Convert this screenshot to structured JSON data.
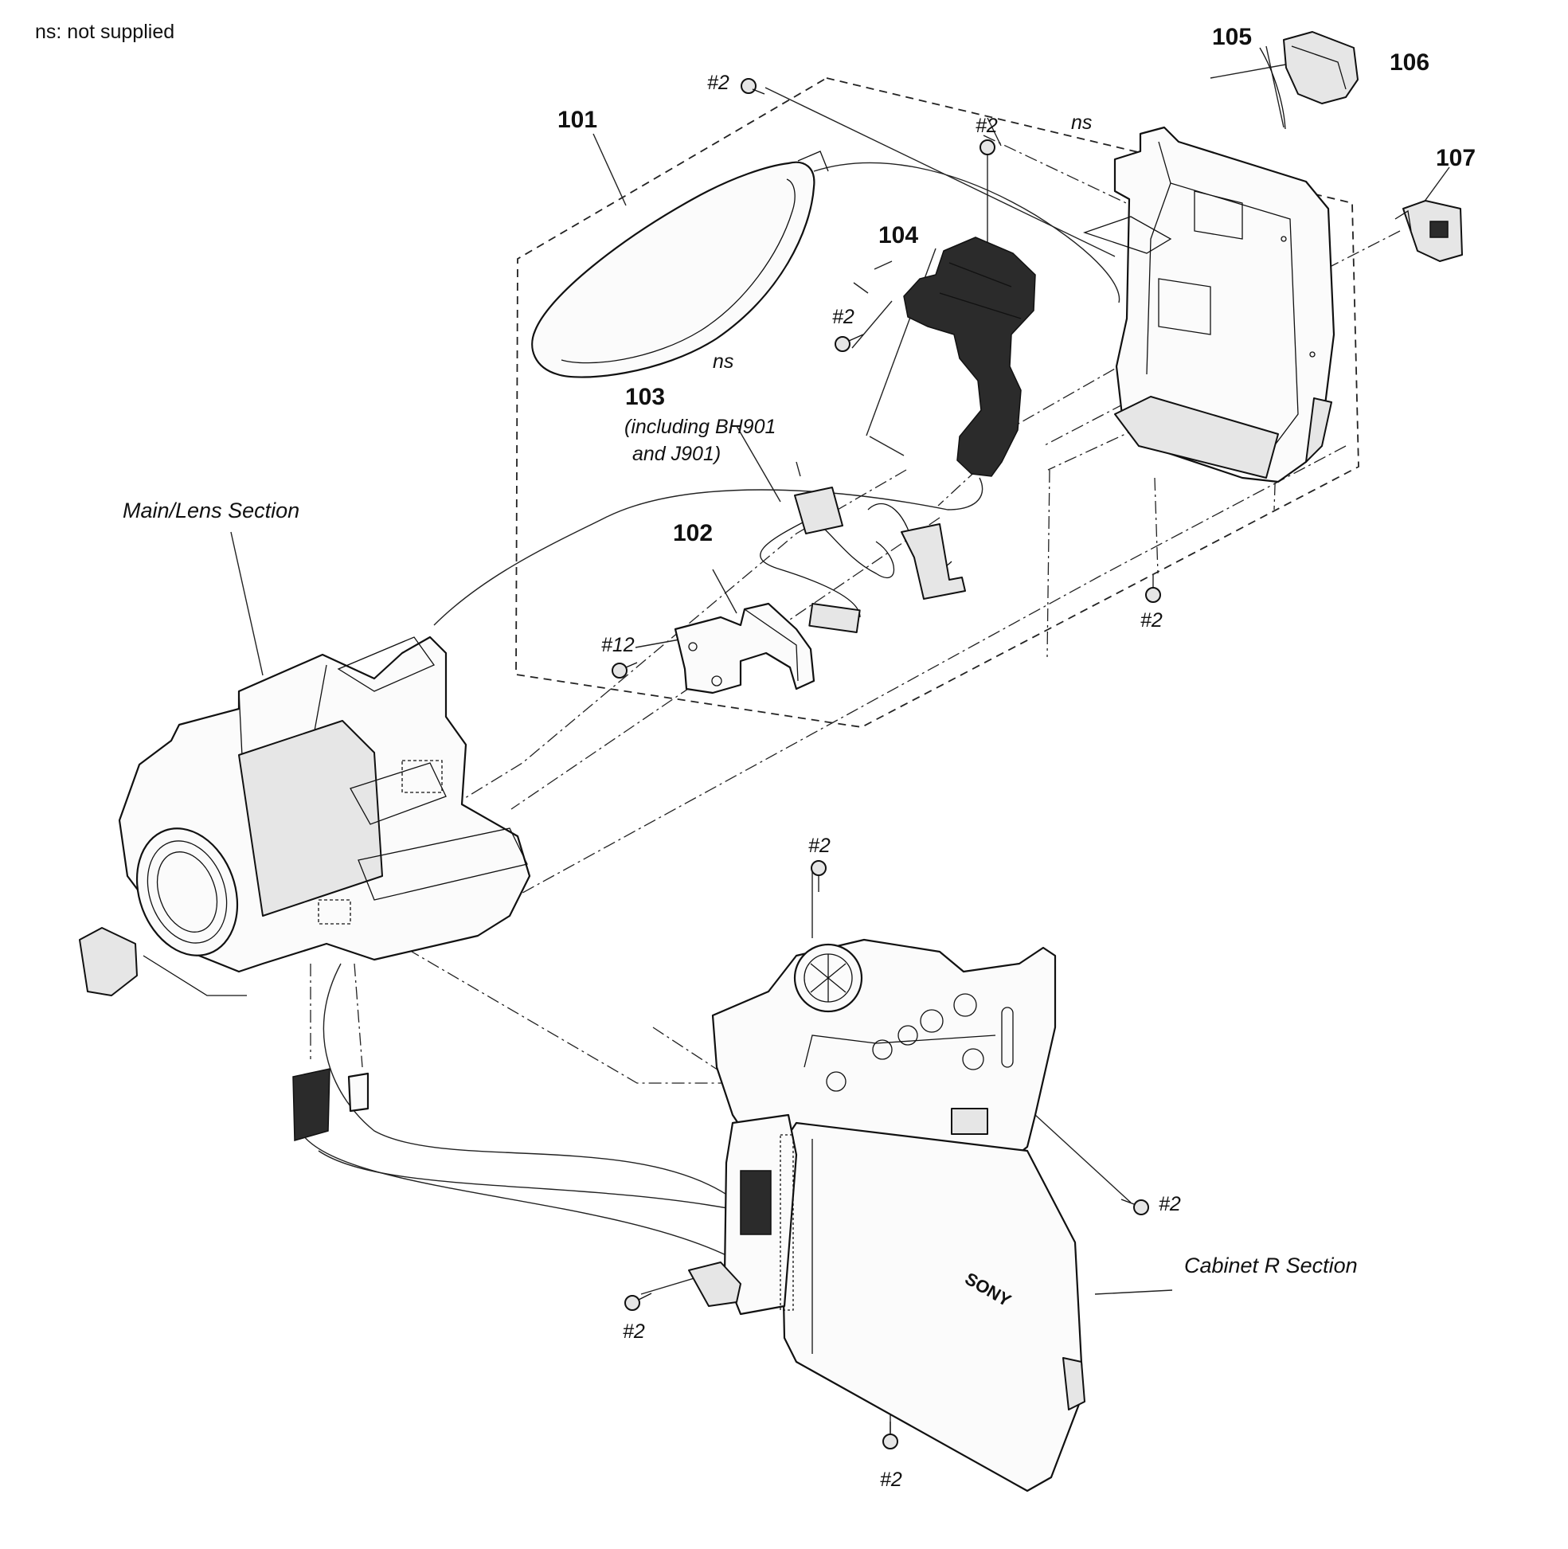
{
  "note": "ns: not supplied",
  "parts": {
    "p101": "101",
    "p102": "102",
    "p103": "103",
    "p103_sub1": "(including BH901",
    "p103_sub2": "and J901)",
    "p104": "104",
    "p105": "105",
    "p106": "106",
    "p107": "107"
  },
  "screws": {
    "s2": "#2",
    "s12": "#12"
  },
  "ns": "ns",
  "sections": {
    "main_lens": "Main/Lens Section",
    "cabinet_r": "Cabinet R Section"
  },
  "logo_text": "SONY"
}
